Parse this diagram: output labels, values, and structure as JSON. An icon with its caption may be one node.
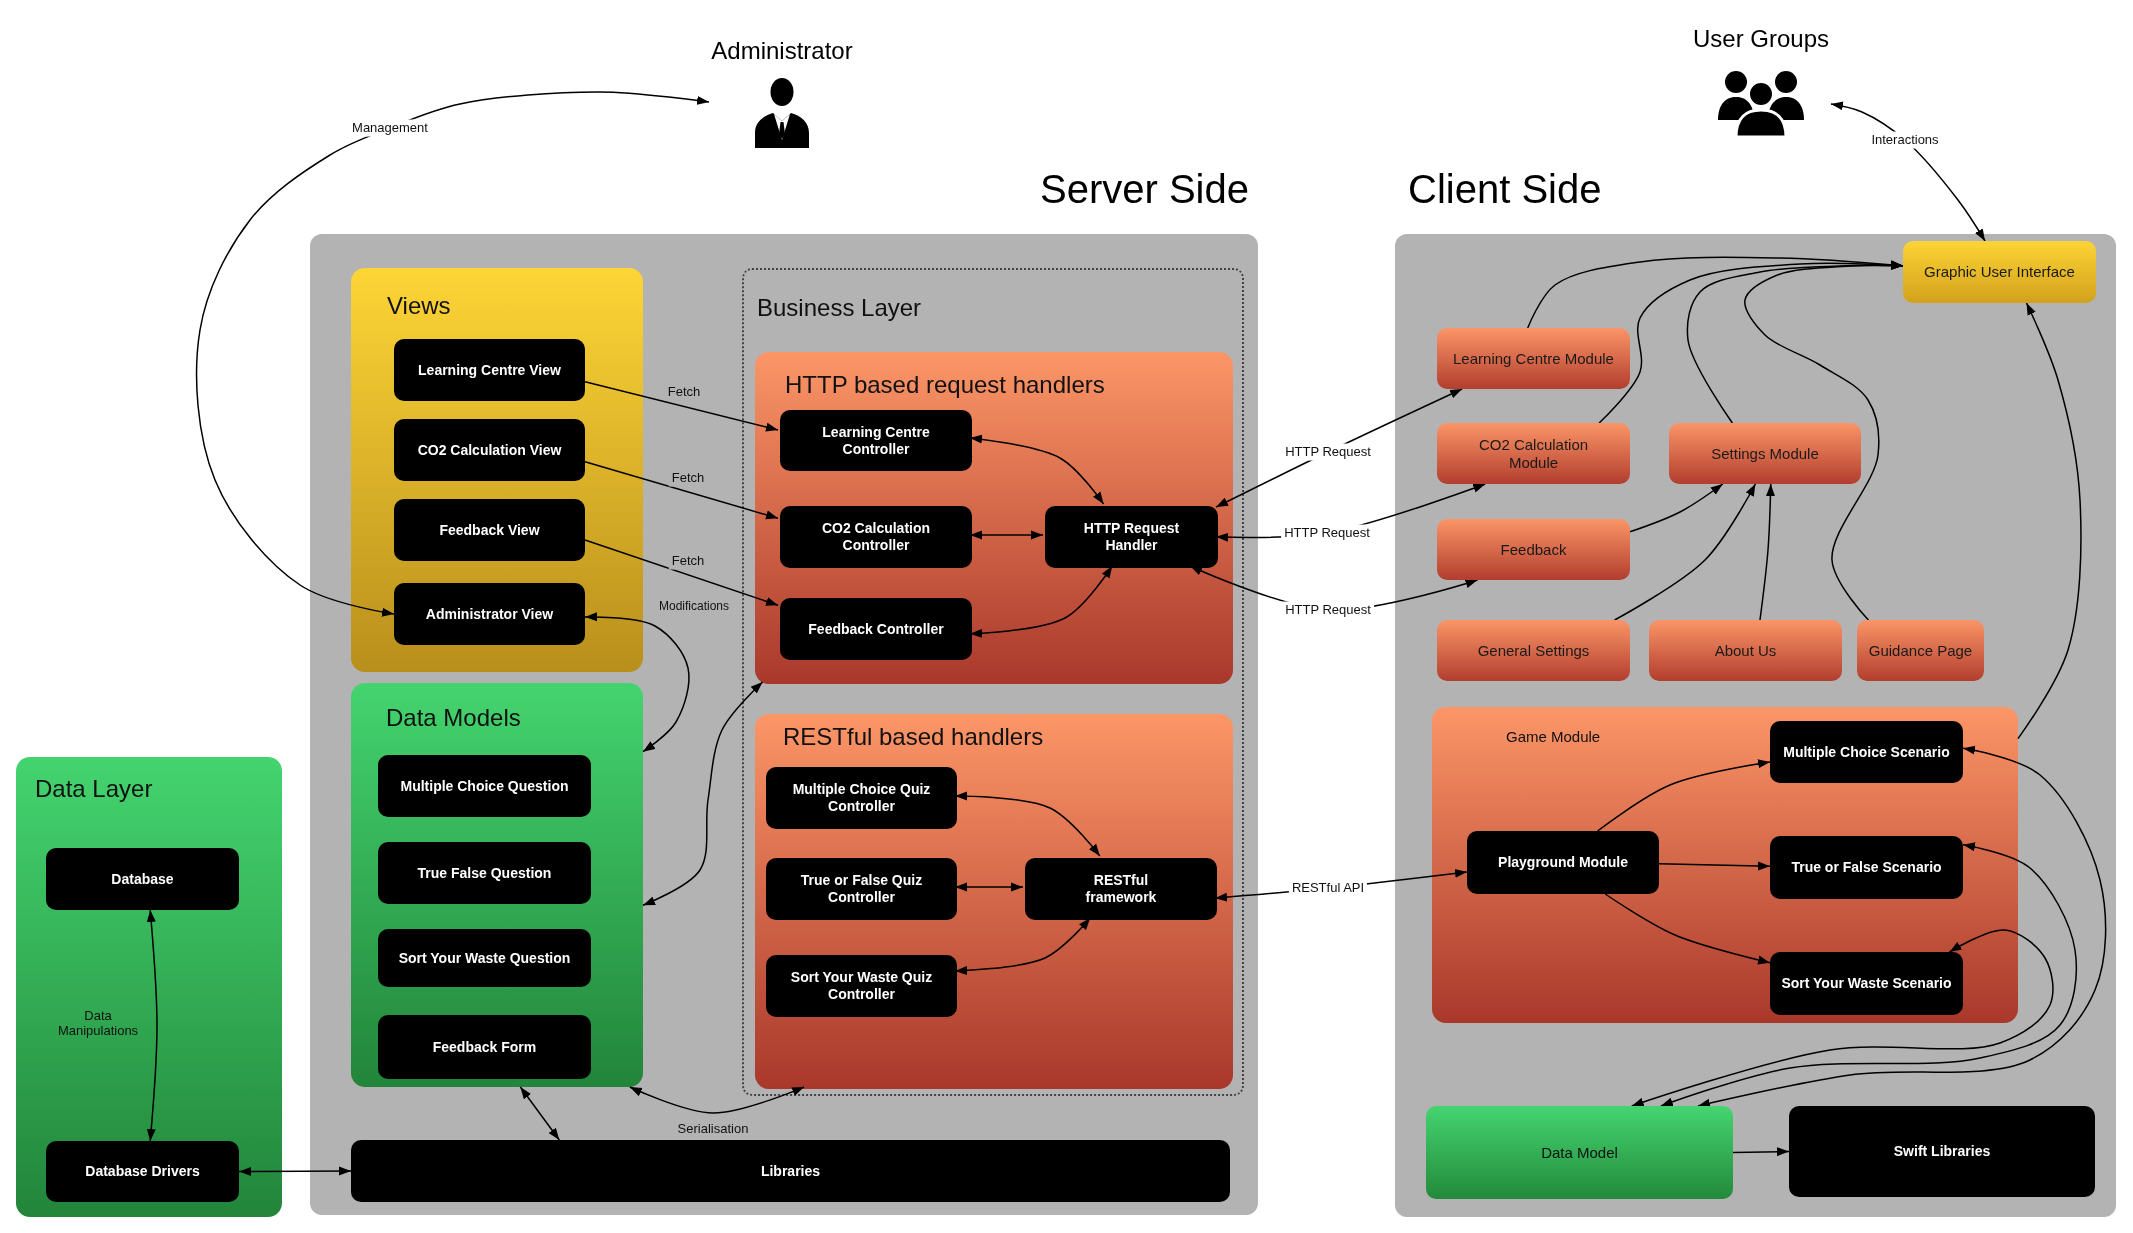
{
  "diagram": {
    "nodes": [
      {
        "text": [
          "Administrator"
        ]
      },
      {
        "text": [
          "User Groups"
        ]
      },
      {
        "text": [
          "Server Side"
        ]
      },
      {
        "text": [
          "Views"
        ],
        "in": 2
      },
      {
        "text": [
          "Learning Centre View"
        ],
        "in": 3
      },
      {
        "text": [
          "CO2 Calculation View"
        ],
        "in": 3
      },
      {
        "text": [
          "Feedback View"
        ],
        "in": 3
      },
      {
        "text": [
          "Administrator View"
        ],
        "in": 3
      },
      {
        "text": [
          "Business Layer"
        ],
        "in": 2
      },
      {
        "text": [
          "HTTP based request handlers"
        ],
        "in": 8
      },
      {
        "text": [
          "Learning Centre Controller"
        ],
        "in": 9
      },
      {
        "text": [
          "CO2 Calculation Controller"
        ],
        "in": 9
      },
      {
        "text": [
          "HTTP Request Handler"
        ],
        "in": 9
      },
      {
        "text": [
          "Feedback Controller"
        ],
        "in": 9
      },
      {
        "text": [
          "Data Models"
        ],
        "in": 2
      },
      {
        "text": [
          "Multiple Choice Question"
        ],
        "in": 14
      },
      {
        "text": [
          "True False Question"
        ],
        "in": 14
      },
      {
        "text": [
          "Sort Your Waste Question"
        ],
        "in": 14
      },
      {
        "text": [
          "Feedback Form"
        ],
        "in": 14
      },
      {
        "text": [
          "RESTful based handlers"
        ],
        "in": 8
      },
      {
        "text": [
          "Multiple Choice Quiz Controller"
        ],
        "in": 19
      },
      {
        "text": [
          "True or False Quiz Controller"
        ],
        "in": 19
      },
      {
        "text": [
          "RESTful framework"
        ],
        "in": 19
      },
      {
        "text": [
          "Sort Your Waste Quiz Controller"
        ],
        "in": 19
      },
      {
        "text": [
          "Libraries"
        ],
        "in": 2
      },
      {
        "text": [
          "Data Layer"
        ]
      },
      {
        "text": [
          "Database"
        ],
        "in": 25
      },
      {
        "text": [
          "Database Drivers"
        ],
        "in": 25
      },
      {
        "text": [
          "Client Side"
        ]
      },
      {
        "text": [
          "Graphic User Interface"
        ],
        "in": 28
      },
      {
        "text": [
          "Learning Centre Module"
        ],
        "in": 28
      },
      {
        "text": [
          "CO2 Calculation Module"
        ],
        "in": 28
      },
      {
        "text": [
          "Settings Module"
        ],
        "in": 28
      },
      {
        "text": [
          "Feedback"
        ],
        "in": 28
      },
      {
        "text": [
          "General Settings"
        ],
        "in": 28
      },
      {
        "text": [
          "About Us"
        ],
        "in": 28
      },
      {
        "text": [
          "Guidance Page"
        ],
        "in": 28
      },
      {
        "text": [
          "Game Module"
        ],
        "in": 28
      },
      {
        "text": [
          "Multiple Choice Scenario"
        ],
        "in": 37
      },
      {
        "text": [
          "Playground Module"
        ],
        "in": 37
      },
      {
        "text": [
          "True or False Scenario"
        ],
        "in": 37
      },
      {
        "text": [
          "Sort Your Waste Scenario"
        ],
        "in": 37
      },
      {
        "text": [
          "Data Model"
        ],
        "in": 28
      },
      {
        "text": [
          "Swift Libraries"
        ],
        "in": 28
      }
    ],
    "edges": [
      {
        "from": 7,
        "to": 0,
        "arrow": "both",
        "label": "Management"
      },
      {
        "from": 29,
        "to": 1,
        "arrow": "both",
        "label": "Interactions"
      },
      {
        "from": 4,
        "to": 10,
        "arrow": "to",
        "label": "Fetch"
      },
      {
        "from": 5,
        "to": 11,
        "arrow": "to",
        "label": "Fetch"
      },
      {
        "from": 6,
        "to": 13,
        "arrow": "to",
        "label": "Fetch"
      },
      {
        "from": 7,
        "to": 14,
        "arrow": "both",
        "label": "Modifications"
      },
      {
        "from": 14,
        "to": 9,
        "arrow": "both"
      },
      {
        "from": 14,
        "to": 19,
        "arrow": "both",
        "label": "Serialisation"
      },
      {
        "from": 14,
        "to": 24,
        "arrow": "both"
      },
      {
        "from": 27,
        "to": 24,
        "arrow": "both"
      },
      {
        "from": 26,
        "to": 27,
        "arrow": "both",
        "label": "Data Manipulations"
      },
      {
        "from": 10,
        "to": 12,
        "arrow": "both"
      },
      {
        "from": 11,
        "to": 12,
        "arrow": "both"
      },
      {
        "from": 13,
        "to": 12,
        "arrow": "both"
      },
      {
        "from": 20,
        "to": 22,
        "arrow": "both"
      },
      {
        "from": 21,
        "to": 22,
        "arrow": "both"
      },
      {
        "from": 23,
        "to": 22,
        "arrow": "both"
      },
      {
        "from": 30,
        "to": 12,
        "arrow": "both",
        "label": "HTTP Request"
      },
      {
        "from": 31,
        "to": 12,
        "arrow": "both",
        "label": "HTTP Request"
      },
      {
        "from": 33,
        "to": 12,
        "arrow": "both",
        "label": "HTTP Request"
      },
      {
        "from": 39,
        "to": 22,
        "arrow": "both",
        "label": "RESTful API"
      },
      {
        "from": 30,
        "to": 29,
        "arrow": "to"
      },
      {
        "from": 31,
        "to": 29,
        "arrow": "to"
      },
      {
        "from": 32,
        "to": 29,
        "arrow": "to"
      },
      {
        "from": 36,
        "to": 29,
        "arrow": "to"
      },
      {
        "from": 33,
        "to": 32,
        "arrow": "to"
      },
      {
        "from": 34,
        "to": 32,
        "arrow": "to"
      },
      {
        "from": 35,
        "to": 32,
        "arrow": "to"
      },
      {
        "from": 37,
        "to": 29,
        "arrow": "to"
      },
      {
        "from": 39,
        "to": 38,
        "arrow": "to"
      },
      {
        "from": 39,
        "to": 40,
        "arrow": "to"
      },
      {
        "from": 39,
        "to": 41,
        "arrow": "to"
      },
      {
        "from": 38,
        "to": 42,
        "arrow": "both"
      },
      {
        "from": 40,
        "to": 42,
        "arrow": "both"
      },
      {
        "from": 41,
        "to": 42,
        "arrow": "both"
      },
      {
        "from": 42,
        "to": 43,
        "arrow": "to"
      }
    ]
  }
}
